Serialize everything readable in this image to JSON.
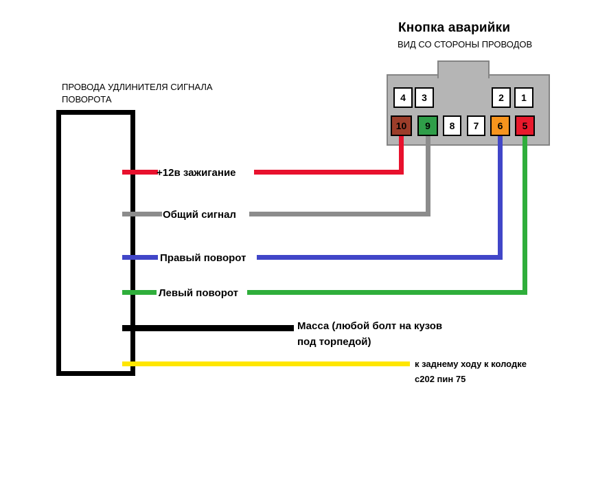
{
  "header": {
    "title": "Кнопка аварийки",
    "subtitle": "ВИД СО СТОРОНЫ ПРОВОДОВ"
  },
  "left_block": {
    "label_line1": "ПРОВОДА УДЛИНИТЕЛЯ СИГНАЛА",
    "label_line2": "ПОВОРОТА"
  },
  "connector": {
    "body_color": "#b5b5b5",
    "pins_top": [
      {
        "num": "4",
        "color": "#ffffff"
      },
      {
        "num": "3",
        "color": "#ffffff"
      },
      {
        "num": "2",
        "color": "#ffffff"
      },
      {
        "num": "1",
        "color": "#ffffff"
      }
    ],
    "pins_bottom": [
      {
        "num": "10",
        "color": "#9c3d2a"
      },
      {
        "num": "9",
        "color": "#2f9e49"
      },
      {
        "num": "8",
        "color": "#ffffff"
      },
      {
        "num": "7",
        "color": "#ffffff"
      },
      {
        "num": "6",
        "color": "#f7941d"
      },
      {
        "num": "5",
        "color": "#e8192c"
      }
    ]
  },
  "wires": {
    "ignition": {
      "label": "+12в зажигание",
      "color": "#e8112d"
    },
    "common": {
      "label": "Общий сигнал",
      "color": "#8c8c8c"
    },
    "right_turn": {
      "label": "Правый поворот",
      "color": "#4146c8"
    },
    "left_turn": {
      "label": "Левый поворот",
      "color": "#2fae3b"
    },
    "ground": {
      "label_line1": "Масса (любой болт на кузов",
      "label_line2": "под торпедой)",
      "color": "#000000"
    },
    "reverse": {
      "label_line1": "к заднему ходу к колодке",
      "label_line2": "с202 пин 75",
      "color": "#ffe600"
    }
  }
}
